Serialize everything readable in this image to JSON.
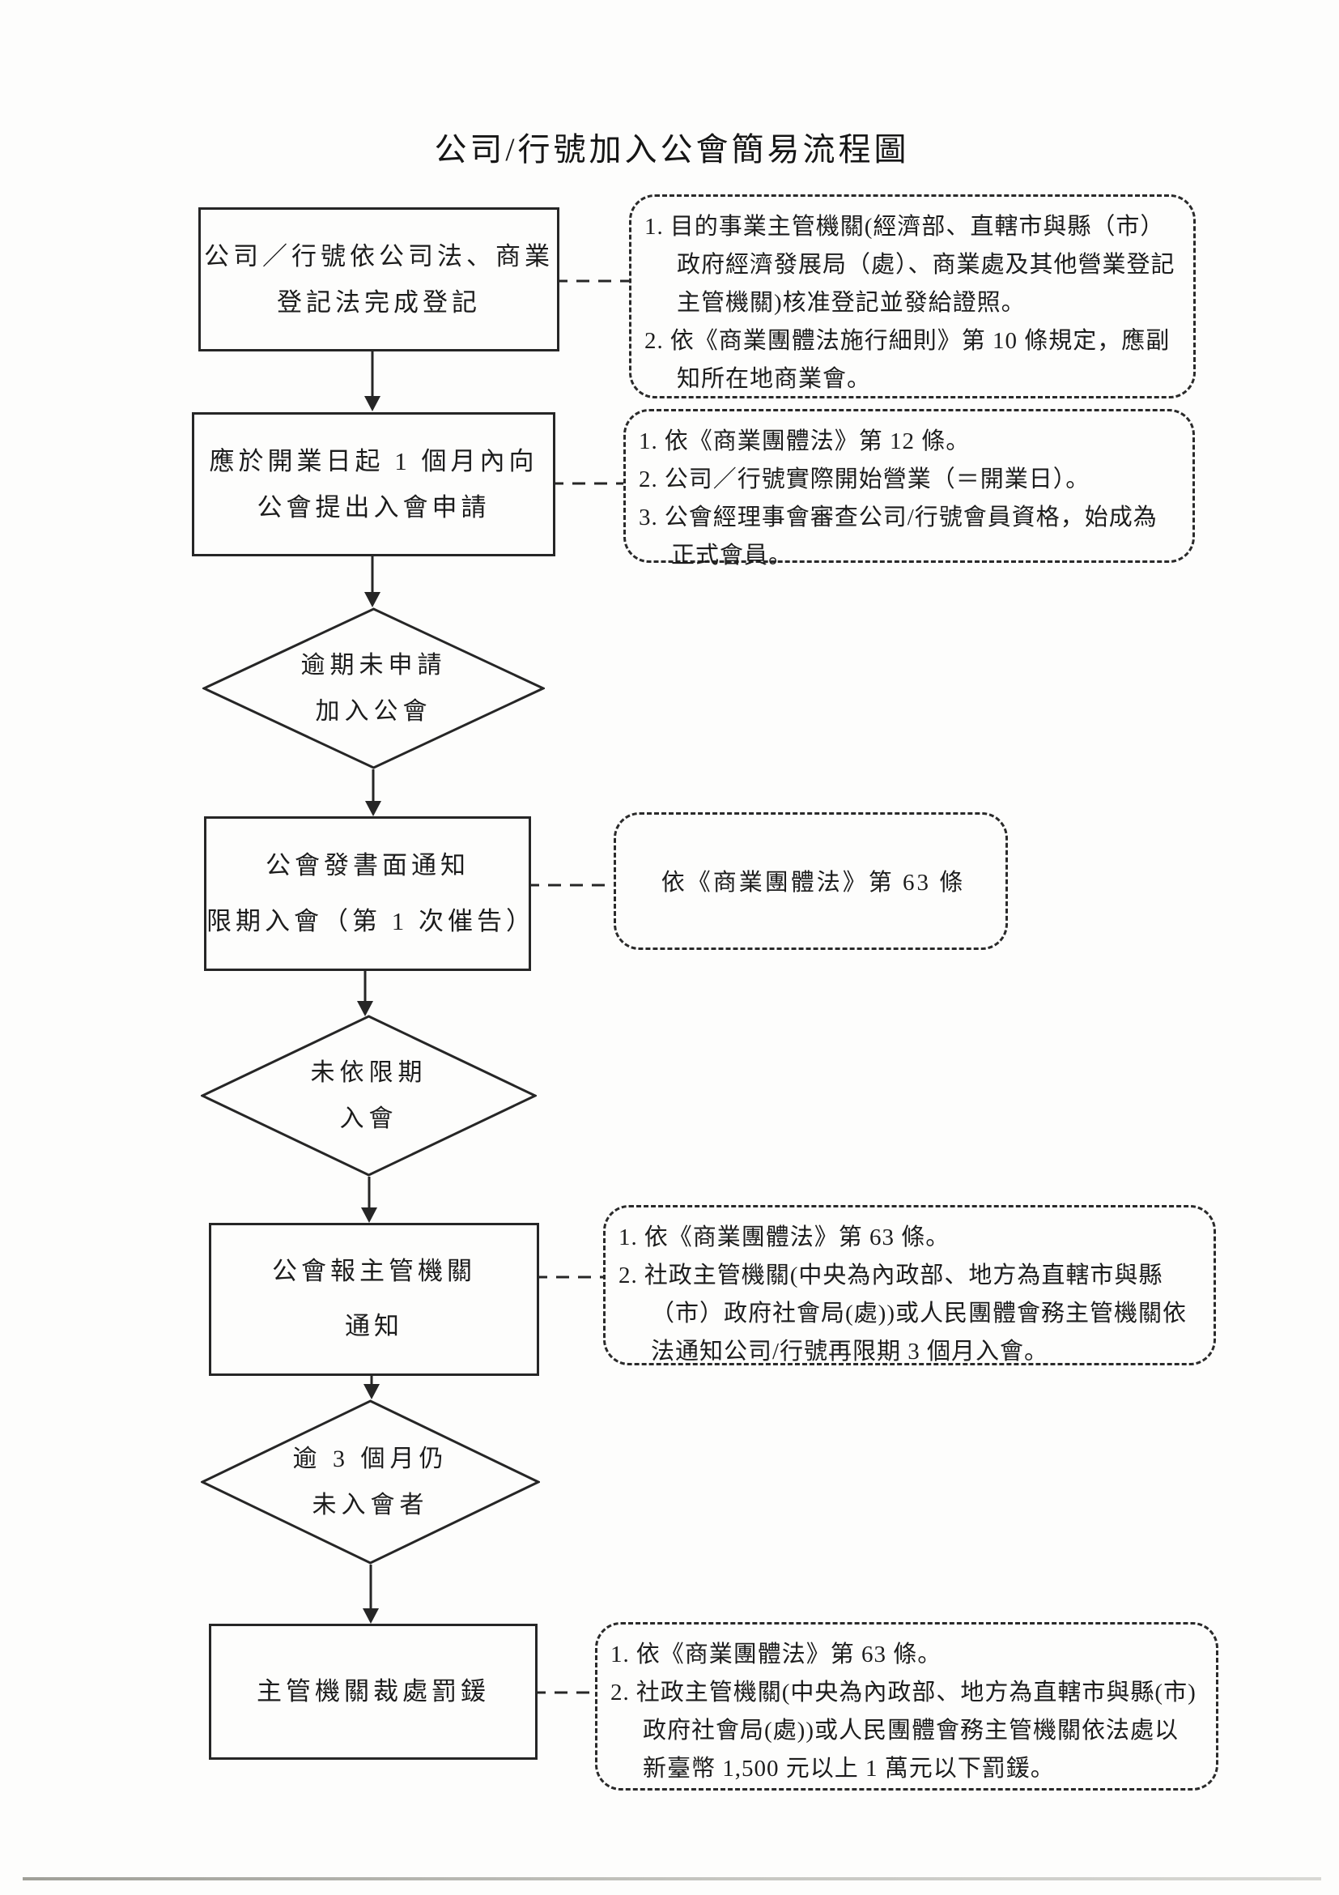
{
  "title": "公司/行號加入公會簡易流程圖",
  "flowchart": {
    "ink_color": "#262626",
    "nodes": [
      {
        "type": "process",
        "lines": [
          "公司／行號依公司法、商業",
          "登記法完成登記"
        ]
      },
      {
        "type": "process",
        "lines": [
          "應於開業日起 1 個月內向",
          "公會提出入會申請"
        ]
      },
      {
        "type": "decision",
        "lines": [
          "逾期未申請",
          "加入公會"
        ]
      },
      {
        "type": "process",
        "lines": [
          "公會發書面通知",
          "限期入會（第 1 次催告）"
        ]
      },
      {
        "type": "decision",
        "lines": [
          "未依限期",
          "入會"
        ]
      },
      {
        "type": "process",
        "lines": [
          "公會報主管機關",
          "通知"
        ]
      },
      {
        "type": "decision",
        "lines": [
          "逾 3 個月仍",
          "未入會者"
        ]
      },
      {
        "type": "process",
        "lines": [
          "主管機關裁處罰鍰"
        ]
      }
    ],
    "annotations": [
      {
        "items": [
          {
            "num": "1.",
            "text": "目的事業主管機關(經濟部、直轄市與縣（市）政府經濟發展局（處）、商業處及其他營業登記主管機關)核准登記並發給證照。"
          },
          {
            "num": "2.",
            "text": "依《商業團體法施行細則》第 10 條規定，應副知所在地商業會。"
          }
        ]
      },
      {
        "items": [
          {
            "num": "1.",
            "text": "依《商業團體法》第 12 條。"
          },
          {
            "num": "2.",
            "text": "公司／行號實際開始營業（＝開業日）。"
          },
          {
            "num": "3.",
            "text": "公會經理事會審查公司/行號會員資格，始成為正式會員。"
          }
        ]
      },
      {
        "items": [
          {
            "num": "",
            "text": "依《商業團體法》第 63 條"
          }
        ]
      },
      {
        "items": [
          {
            "num": "1.",
            "text": "依《商業團體法》第 63 條。"
          },
          {
            "num": "2.",
            "text": "社政主管機關(中央為內政部、地方為直轄市與縣（市）政府社會局(處))或人民團體會務主管機關依法通知公司/行號再限期 3 個月入會。"
          }
        ]
      },
      {
        "items": [
          {
            "num": "1.",
            "text": "依《商業團體法》第 63 條。"
          },
          {
            "num": "2.",
            "text": "社政主管機關(中央為內政部、地方為直轄市與縣(市)政府社會局(處))或人民團體會務主管機關依法處以新臺幣 1,500 元以上 1 萬元以下罰鍰。"
          }
        ]
      }
    ]
  }
}
